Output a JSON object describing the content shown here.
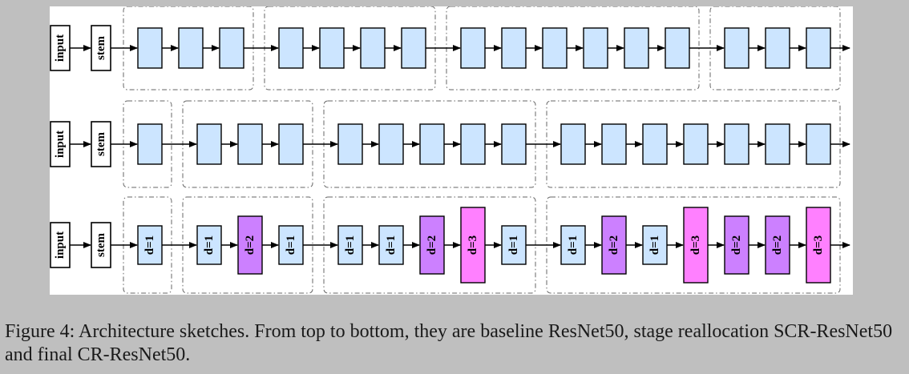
{
  "labels": {
    "input": "input",
    "stem": "stem"
  },
  "colors": {
    "block_light_blue": "#cce5ff",
    "block_purple": "#cc80ff",
    "block_pink": "#ff80ff",
    "background": "#bfbfbf",
    "panel": "#ffffff",
    "stroke": "#000000",
    "group_border": "#666666"
  },
  "rows": [
    {
      "name": "ResNet50",
      "stages": [
        {
          "blocks": [
            {
              "label": "",
              "type": "plain"
            },
            {
              "label": "",
              "type": "plain"
            },
            {
              "label": "",
              "type": "plain"
            }
          ]
        },
        {
          "blocks": [
            {
              "label": "",
              "type": "plain"
            },
            {
              "label": "",
              "type": "plain"
            },
            {
              "label": "",
              "type": "plain"
            },
            {
              "label": "",
              "type": "plain"
            }
          ]
        },
        {
          "blocks": [
            {
              "label": "",
              "type": "plain"
            },
            {
              "label": "",
              "type": "plain"
            },
            {
              "label": "",
              "type": "plain"
            },
            {
              "label": "",
              "type": "plain"
            },
            {
              "label": "",
              "type": "plain"
            },
            {
              "label": "",
              "type": "plain"
            }
          ]
        },
        {
          "blocks": [
            {
              "label": "",
              "type": "plain"
            },
            {
              "label": "",
              "type": "plain"
            },
            {
              "label": "",
              "type": "plain"
            }
          ]
        }
      ]
    },
    {
      "name": "SCR-ResNet50",
      "stages": [
        {
          "blocks": [
            {
              "label": "",
              "type": "plain"
            }
          ]
        },
        {
          "blocks": [
            {
              "label": "",
              "type": "plain"
            },
            {
              "label": "",
              "type": "plain"
            },
            {
              "label": "",
              "type": "plain"
            }
          ]
        },
        {
          "blocks": [
            {
              "label": "",
              "type": "plain"
            },
            {
              "label": "",
              "type": "plain"
            },
            {
              "label": "",
              "type": "plain"
            },
            {
              "label": "",
              "type": "plain"
            },
            {
              "label": "",
              "type": "plain"
            }
          ]
        },
        {
          "blocks": [
            {
              "label": "",
              "type": "plain"
            },
            {
              "label": "",
              "type": "plain"
            },
            {
              "label": "",
              "type": "plain"
            },
            {
              "label": "",
              "type": "plain"
            },
            {
              "label": "",
              "type": "plain"
            },
            {
              "label": "",
              "type": "plain"
            },
            {
              "label": "",
              "type": "plain"
            }
          ]
        }
      ]
    },
    {
      "name": "CR-ResNet50",
      "stages": [
        {
          "blocks": [
            {
              "label": "d=1",
              "type": "d1"
            }
          ]
        },
        {
          "blocks": [
            {
              "label": "d=1",
              "type": "d1"
            },
            {
              "label": "d=2",
              "type": "d2"
            },
            {
              "label": "d=1",
              "type": "d1"
            }
          ]
        },
        {
          "blocks": [
            {
              "label": "d=1",
              "type": "d1"
            },
            {
              "label": "d=1",
              "type": "d1"
            },
            {
              "label": "d=2",
              "type": "d2"
            },
            {
              "label": "d=3",
              "type": "d3"
            },
            {
              "label": "d=1",
              "type": "d1"
            }
          ]
        },
        {
          "blocks": [
            {
              "label": "d=1",
              "type": "d1"
            },
            {
              "label": "d=2",
              "type": "d2"
            },
            {
              "label": "d=1",
              "type": "d1"
            },
            {
              "label": "d=3",
              "type": "d3"
            },
            {
              "label": "d=2",
              "type": "d2"
            },
            {
              "label": "d=2",
              "type": "d2"
            },
            {
              "label": "d=3",
              "type": "d3"
            }
          ]
        }
      ]
    }
  ],
  "caption": "Figure 4: Architecture sketches. From top to bottom, they are baseline ResNet50, stage reallocation SCR-ResNet50 and final CR-ResNet50."
}
